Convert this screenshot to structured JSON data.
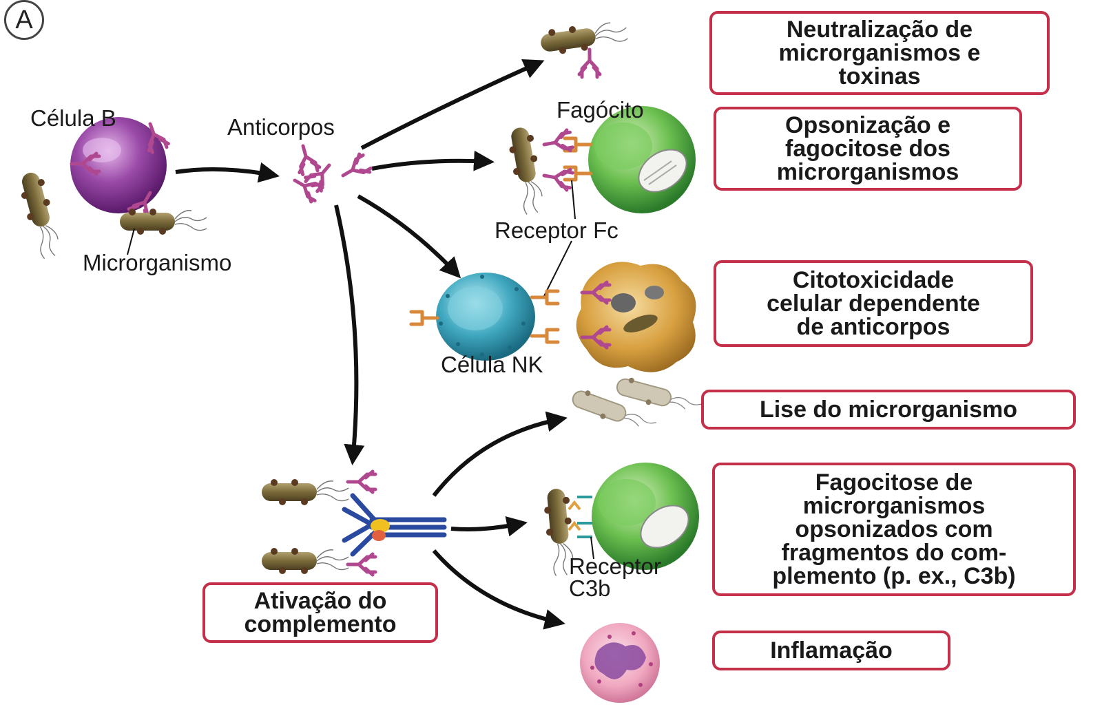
{
  "panel_label": "A",
  "labels": {
    "cell_b": "Célula B",
    "microorganism": "Microrganismo",
    "antibodies": "Anticorpos",
    "phagocyte": "Fagócito",
    "fc_receptor": "Receptor Fc",
    "nk_cell": "Célula NK",
    "c3b_receptor_line1": "Receptor",
    "c3b_receptor_line2": "C3b"
  },
  "outcomes": {
    "neutralization": "Neutralização de\nmicrorganismos e\ntoxinas",
    "opsonization": "Opsonização e\nfagocitose dos\nmicrorganismos",
    "adcc": "Citotoxicidade\ncelular dependente\nde anticorpos",
    "lysis": "Lise do microrganismo",
    "complement_phagocytosis": "Fagocitose de\nmicrorganismos\nopsonizados com\nfragmentos do com-\nplemento (p. ex., C3b)",
    "inflammation": "Inflamação",
    "complement_activation": "Ativação do\ncomplemento"
  },
  "colors": {
    "box_border": "#c4304a",
    "antibody": "#b04890",
    "b_cell": "#8a3a9a",
    "phagocyte": "#5fb54a",
    "nk_cell": "#3aa0b8",
    "target_cell": "#d8a040",
    "bacterium": "#7a6a3a",
    "complement": "#2a4aa0",
    "arrow": "#111111"
  }
}
